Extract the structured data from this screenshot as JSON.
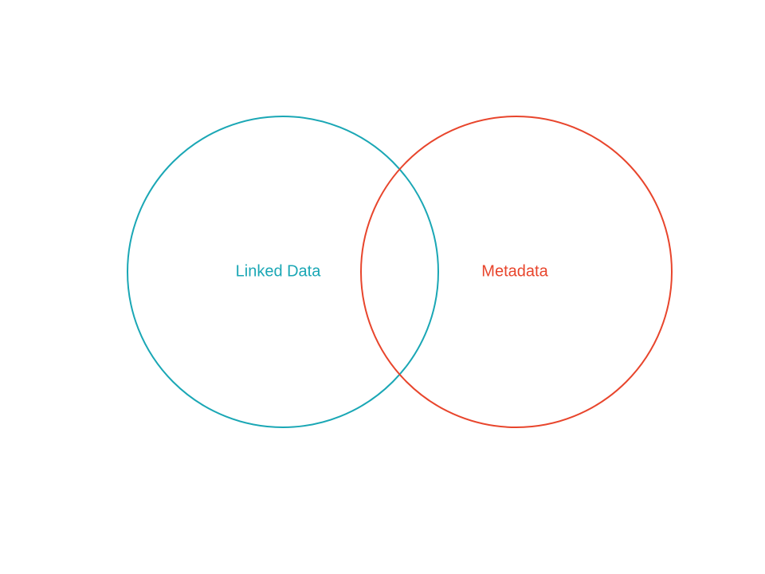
{
  "diagram": {
    "type": "venn",
    "sets": [
      {
        "id": "linked-data",
        "label": "Linked Data",
        "color": "#1aa7b5"
      },
      {
        "id": "metadata",
        "label": "Metadata",
        "color": "#e8452c"
      }
    ]
  }
}
